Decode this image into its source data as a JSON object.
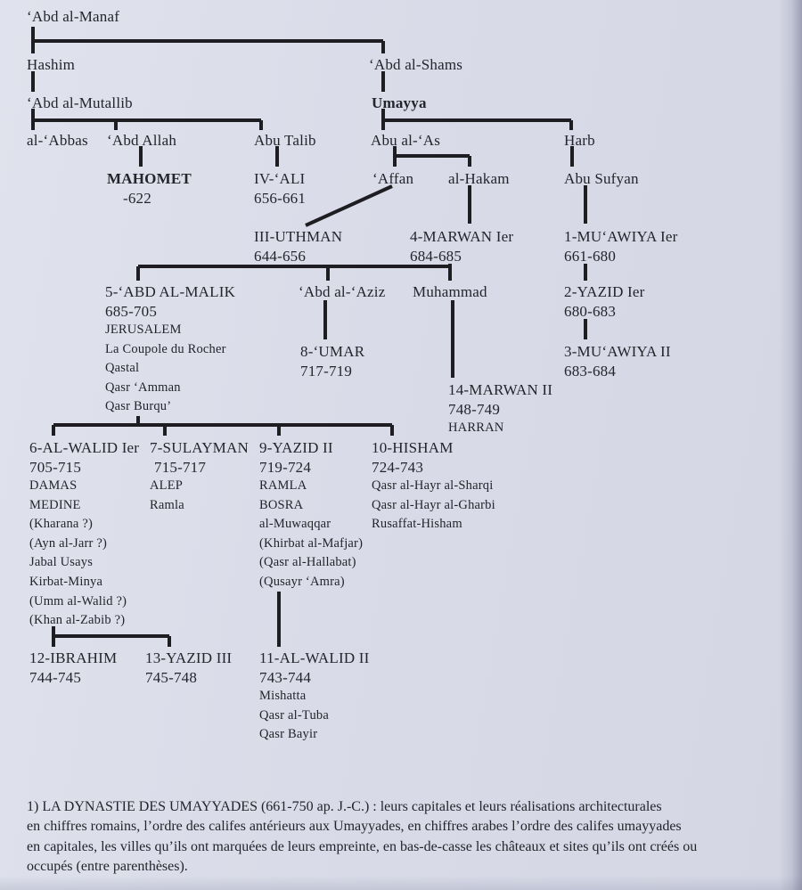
{
  "tree": {
    "abd_al_manaf": {
      "name": "‘Abd al-Manaf"
    },
    "hashim": {
      "name": "Hashim"
    },
    "abd_al_shams": {
      "name": "‘Abd al-Shams"
    },
    "abd_al_mutallib": {
      "name": "‘Abd al-Mutallib"
    },
    "umayya": {
      "name": "Umayya"
    },
    "al_abbas": {
      "name": "al-‘Abbas"
    },
    "abd_allah": {
      "name": "‘Abd Allah"
    },
    "abu_talib": {
      "name": "Abu Talib"
    },
    "abu_al_as": {
      "name": "Abu al-‘As"
    },
    "harb": {
      "name": "Harb"
    },
    "mahomet": {
      "name": "MAHOMET",
      "dates": "-622"
    },
    "ali": {
      "name": "IV-‘ALI",
      "dates": "656-661"
    },
    "affan": {
      "name": "‘Affan"
    },
    "al_hakam": {
      "name": "al-Hakam"
    },
    "abu_sufyan": {
      "name": "Abu Sufyan"
    },
    "uthman": {
      "name": "III-UTHMAN",
      "dates": "644-656"
    },
    "marwan1": {
      "name": "4-MARWAN Ier",
      "dates": "684-685"
    },
    "muawiya1": {
      "name": "1-MU‘AWIYA Ier",
      "dates": "661-680"
    },
    "abd_al_malik": {
      "name": "5-‘ABD AL-MALIK",
      "dates": "685-705",
      "places": [
        "JERUSALEM",
        "La Coupole du Rocher",
        "Qastal",
        "Qasr ‘Amman",
        "Qasr Burqu’"
      ]
    },
    "abd_al_aziz": {
      "name": "‘Abd al-‘Aziz"
    },
    "muhammad": {
      "name": "Muhammad"
    },
    "yazid1": {
      "name": "2-YAZID Ier",
      "dates": "680-683"
    },
    "umar": {
      "name": "8-‘UMAR",
      "dates": "717-719"
    },
    "muawiya2": {
      "name": "3-MU‘AWIYA II",
      "dates": "683-684"
    },
    "marwan2": {
      "name": "14-MARWAN II",
      "dates": "748-749",
      "places": [
        "HARRAN"
      ]
    },
    "walid1": {
      "name": "6-AL-WALID Ier",
      "dates": "705-715",
      "places": [
        "DAMAS",
        "MEDINE",
        "(Kharana ?)",
        "(Ayn al-Jarr ?)",
        "Jabal Usays",
        "Kirbat-Minya",
        "(Umm al-Walid ?)",
        "(Khan al-Zabib ?)"
      ]
    },
    "sulayman": {
      "name": "7-SULAYMAN",
      "dates": "715-717",
      "places": [
        "ALEP",
        "Ramla"
      ]
    },
    "yazid2": {
      "name": "9-YAZID II",
      "dates": "719-724",
      "places": [
        "RAMLA",
        "BOSRA",
        "al-Muwaqqar",
        "(Khirbat al-Mafjar)",
        "(Qasr al-Hallabat)",
        "(Qusayr ‘Amra)"
      ]
    },
    "hisham": {
      "name": "10-HISHAM",
      "dates": "724-743",
      "places": [
        "Qasr al-Hayr al-Sharqi",
        "Qasr al-Hayr al-Gharbi",
        "Rusaffat-Hisham"
      ]
    },
    "ibrahim": {
      "name": "12-IBRAHIM",
      "dates": "744-745"
    },
    "yazid3": {
      "name": "13-YAZID III",
      "dates": "745-748"
    },
    "walid2": {
      "name": "11-AL-WALID II",
      "dates": "743-744",
      "places": [
        "Mishatta",
        "Qasr al-Tuba",
        "Qasr Bayir"
      ]
    }
  },
  "caption": {
    "lines": [
      "1) LA DYNASTIE DES UMAYYADES (661-750 ap. J.-C.) : leurs capitales et leurs réalisations architecturales",
      "en chiffres romains, l’ordre des califes antérieurs aux Umayyades, en chiffres arabes l’ordre des califes umayyades",
      "en capitales, les villes qu’ils ont marquées de leurs empreinte, en bas-de-casse les châteaux et sites qu’ils ont créés ou",
      "occupés (entre parenthèses)."
    ]
  },
  "colors": {
    "paper": "#d8dae6",
    "ink": "#24242b",
    "line": "#1d1d22"
  }
}
